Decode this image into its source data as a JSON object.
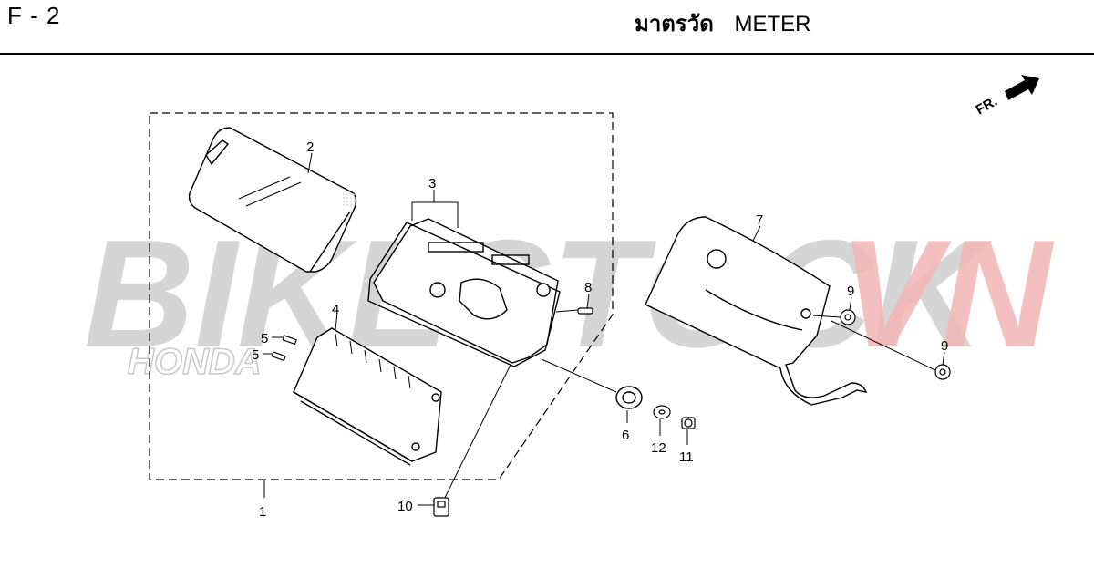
{
  "header": {
    "page_code": "F - 2",
    "title_th": "มาตรวัด",
    "title_en": "METER"
  },
  "direction": {
    "label": "FR."
  },
  "watermark": {
    "brand": "BIKESTOCK",
    "suffix": "VN",
    "sub": "HONDA"
  },
  "callouts": [
    "1",
    "2",
    "3",
    "4",
    "5",
    "5",
    "6",
    "7",
    "8",
    "9",
    "9",
    "10",
    "11",
    "12"
  ],
  "colors": {
    "ink": "#000000",
    "watermark_gray": "#c8c8c8",
    "watermark_red": "#f2b5b5"
  }
}
